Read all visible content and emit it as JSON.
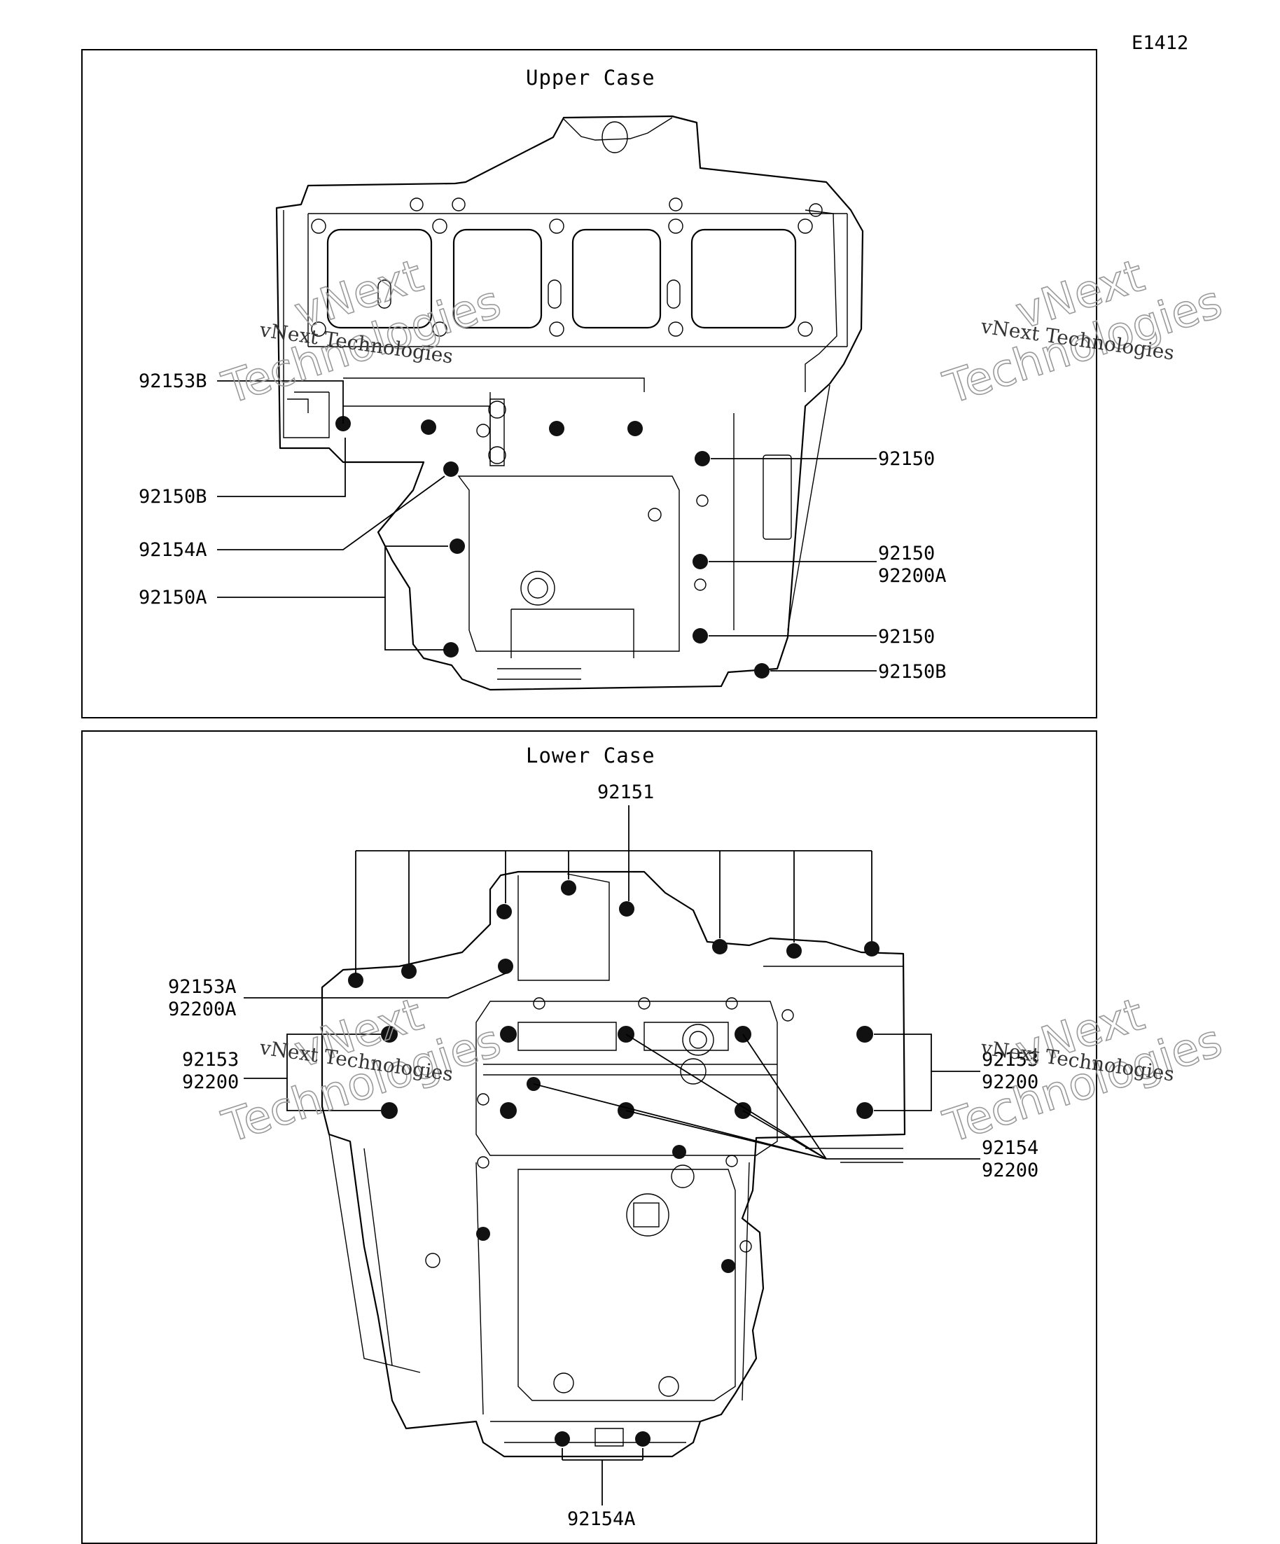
{
  "code": "E1412",
  "upper": {
    "title": "Upper Case",
    "labels": {
      "l_92153B": "92153B",
      "l_92150B_left": "92150B",
      "l_92154A": "92154A",
      "l_92150A": "92150A",
      "r_92150_1": "92150",
      "r_92150_2": "92150",
      "r_92200A": "92200A",
      "r_92150_3": "92150",
      "r_92150B": "92150B"
    }
  },
  "lower": {
    "title": "Lower Case",
    "labels": {
      "t_92151": "92151",
      "l_92153A": "92153A",
      "l_92200A": "92200A",
      "l_92153": "92153",
      "l_92200": "92200",
      "r_92153": "92153",
      "r_92200_1": "92200",
      "r_92154": "92154",
      "r_92200_2": "92200",
      "b_92154A": "92154A"
    }
  },
  "watermark": {
    "brand": "vNext",
    "word": "Technologies",
    "line": "vNext Technologies"
  }
}
